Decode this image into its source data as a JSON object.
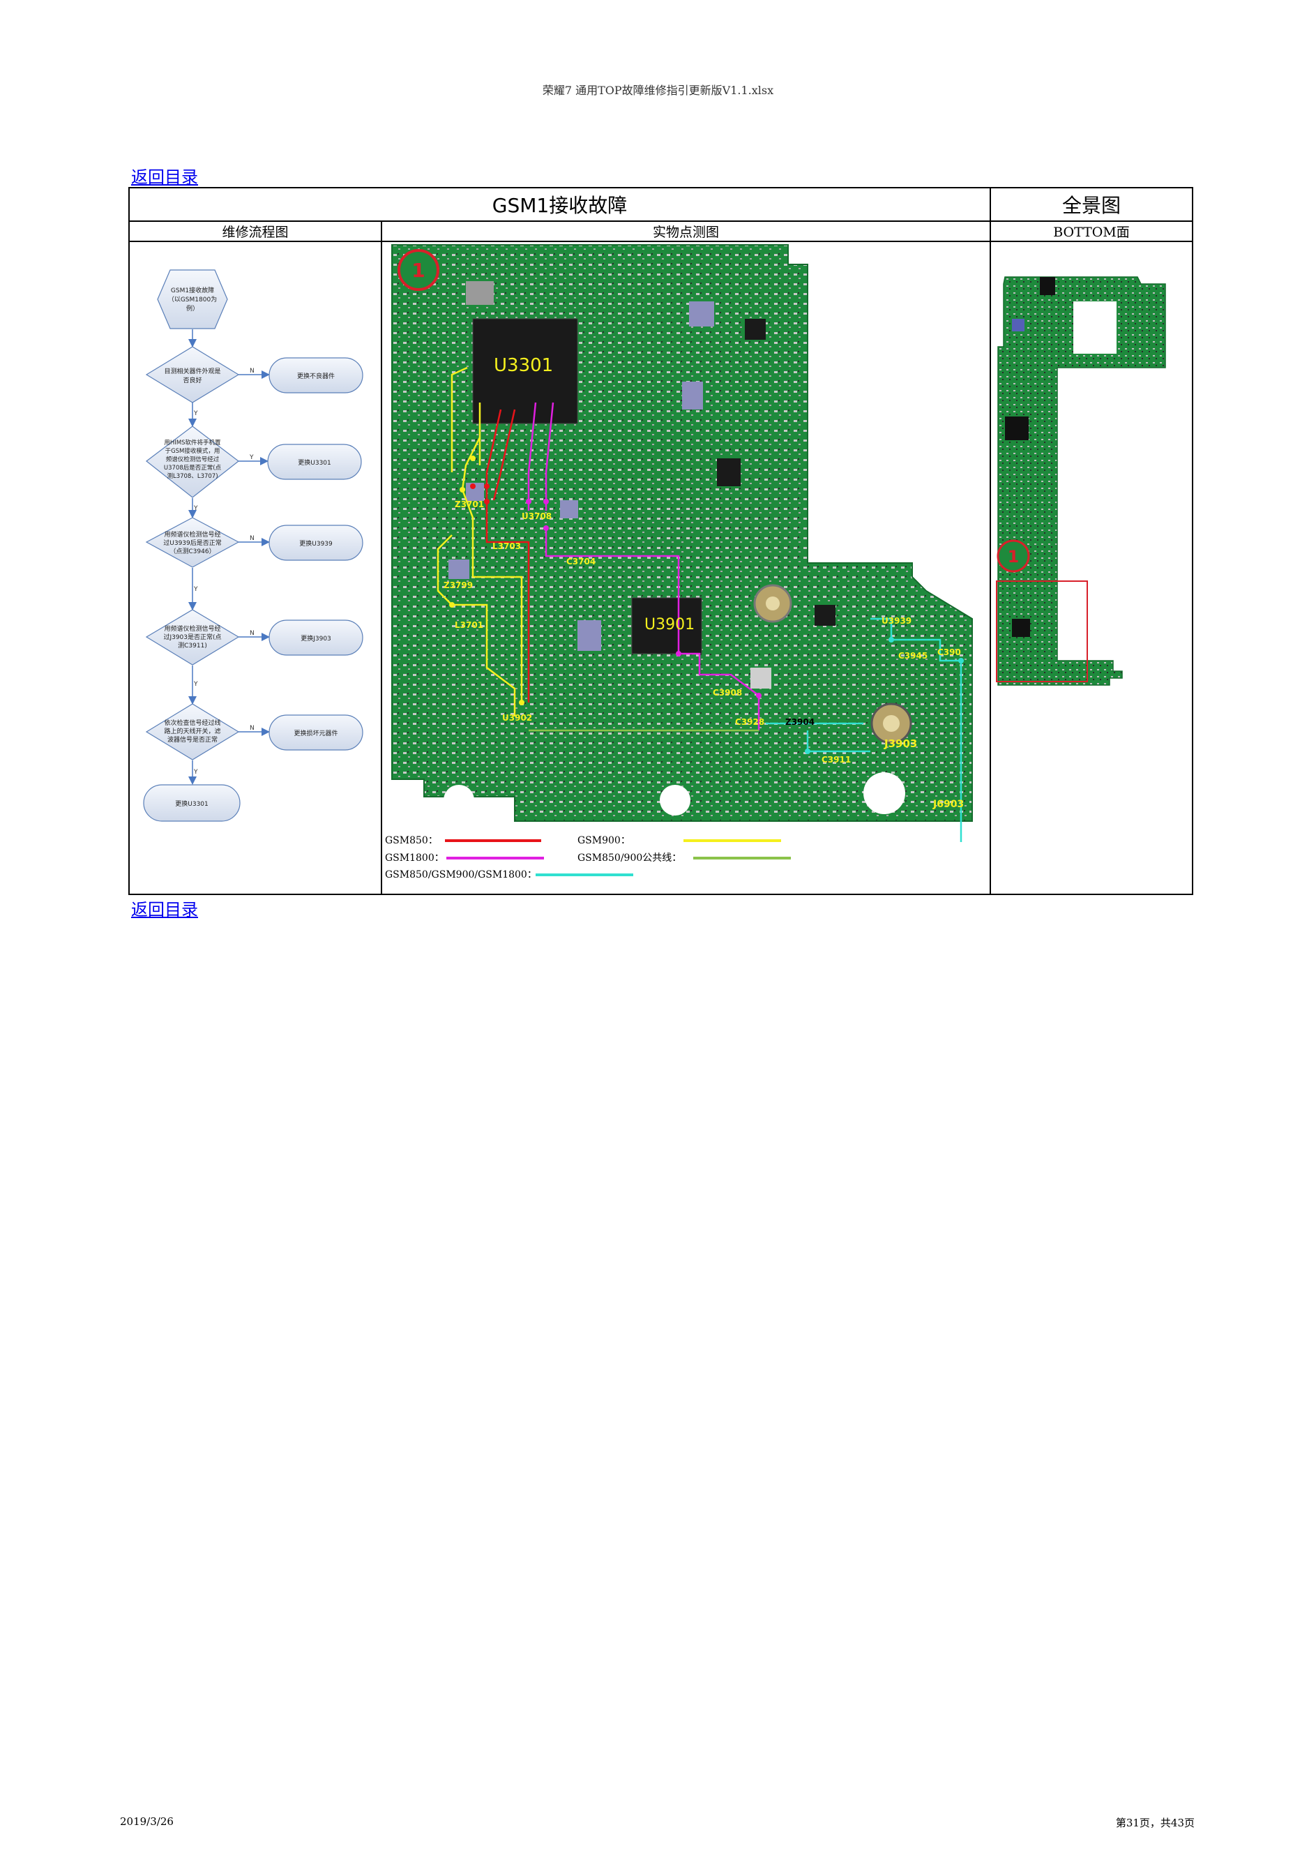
{
  "header": {
    "title": "荣耀7 通用TOP故障维修指引更新版V1.1.xlsx"
  },
  "nav": {
    "back_top": "返回目录",
    "back_bottom": "返回目录"
  },
  "table": {
    "title": "GSM1接收故障",
    "panorama_title": "全景图",
    "col_flow": "维修流程图",
    "col_photo": "实物点测图",
    "col_side": "BOTTOM面"
  },
  "flow": {
    "start": [
      "GSM1接收故障",
      "（以GSM1800为",
      "例）"
    ],
    "q1": [
      "目测相关器件外观是",
      "否良好"
    ],
    "a1": "更换不良器件",
    "q2": [
      "用HIMS软件将手机置",
      "于GSM接收模式，用",
      "频谱仪检测信号经过",
      "U3708后是否正常(点",
      "测L3708、L3707)"
    ],
    "a2": "更换U3301",
    "q3": [
      "用频谱仪检测信号经",
      "过U3939后是否正常",
      "（点测C3946）"
    ],
    "a3": "更换U3939",
    "q4": [
      "用频谱仪检测信号经",
      "过J3903是否正常(点",
      "测C3911)"
    ],
    "a4": "更换J3903",
    "q5": [
      "依次检查信号经过线",
      "路上的天线开关，滤",
      "波器信号是否正常"
    ],
    "a5": "更换损坏元器件",
    "end": "更换U3301",
    "yes": "Y",
    "no": "N"
  },
  "photo": {
    "marker": "1",
    "labels": {
      "U3301": "U3301",
      "U3901": "U3901",
      "Z3701": "Z3701",
      "U3708": "U3708",
      "L3703": "L3703",
      "C3704": "C3704",
      "Z3799": "Z3799",
      "L3701": "L3701",
      "U3902": "U3902",
      "C3908": "C3908",
      "C3928": "C3928",
      "Z3904": "Z3904",
      "C3911": "C3911",
      "J3903": "J3903",
      "U3939": "U3939",
      "C3945": "C3945",
      "C390": "C390",
      "J6903": "J6903"
    },
    "legend": {
      "gsm850": "GSM850：",
      "gsm900": "GSM900：",
      "gsm1800": "GSM1800：",
      "common": "GSM850/900公共线：",
      "all": "GSM850/GSM900/GSM1800："
    },
    "colors": {
      "gsm850": "#e8141a",
      "gsm900": "#f5f01e",
      "gsm1800": "#e020e0",
      "common": "#8bc34a",
      "all": "#30e0d0",
      "board": "#1e8a3c",
      "marker": "#d8202a"
    }
  },
  "panorama": {
    "marker": "1"
  },
  "footer": {
    "date": "2019/3/26",
    "page": "第31页，共43页"
  }
}
